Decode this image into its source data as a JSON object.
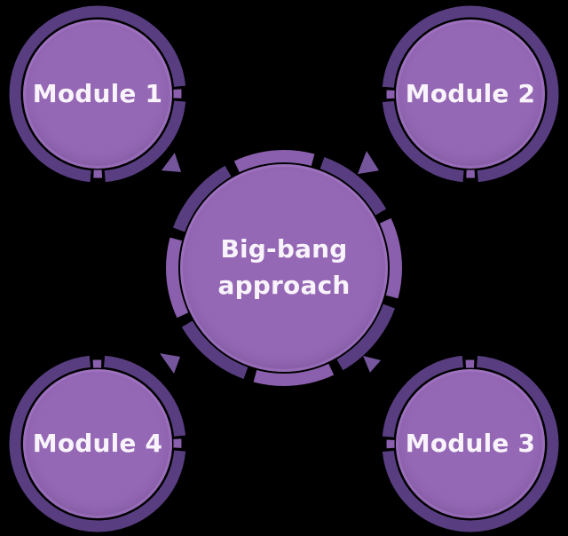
{
  "center": {
    "label_line1": "Big-bang",
    "label_line2": "approach"
  },
  "modules": [
    {
      "id": "module-1",
      "label": "Module 1",
      "position": "top-left"
    },
    {
      "id": "module-2",
      "label": "Module 2",
      "position": "top-right"
    },
    {
      "id": "module-3",
      "label": "Module 3",
      "position": "bottom-right"
    },
    {
      "id": "module-4",
      "label": "Module 4",
      "position": "bottom-left"
    }
  ],
  "arrows": [
    {
      "position": "top-left",
      "between": [
        "center",
        "Module 1"
      ],
      "icon": "triangle-arrowhead"
    },
    {
      "position": "top-right",
      "between": [
        "center",
        "Module 2"
      ],
      "icon": "triangle-arrowhead"
    },
    {
      "position": "bottom-right",
      "between": [
        "center",
        "Module 3"
      ],
      "icon": "triangle-arrowhead"
    },
    {
      "position": "bottom-left",
      "between": [
        "center",
        "Module 4"
      ],
      "icon": "triangle-arrowhead"
    }
  ],
  "colors": {
    "background": "#000000",
    "circle_fill": "#9568b5",
    "ring_dark": "#583e80",
    "ring_light": "#8a5fae",
    "arrow": "#75569d",
    "text": "#f9f4fb"
  }
}
